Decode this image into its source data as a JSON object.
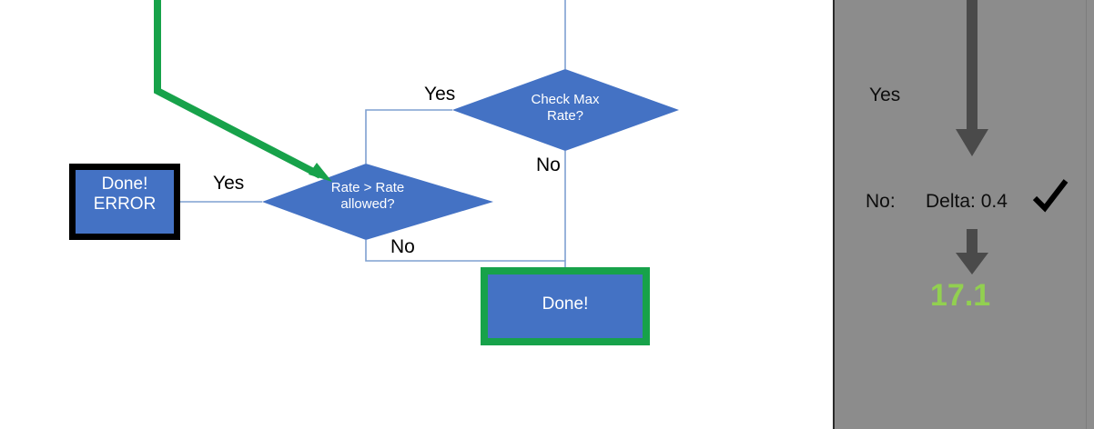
{
  "colors": {
    "node_fill": "#4472C4",
    "node_text": "#ffffff",
    "connector": "#7FA0D0",
    "highlight_green": "#17A24A",
    "error_border": "#000000",
    "panel_background": "#8C8C8C",
    "panel_arrow": "#4A4A4A",
    "value_green": "#92D050",
    "canvas": "#ffffff"
  },
  "flowchart": {
    "nodes": [
      {
        "id": "check-max-rate",
        "shape": "diamond",
        "label": "Check Max\nRate?"
      },
      {
        "id": "rate-gt-rate-allowed",
        "shape": "diamond",
        "label": "Rate > Rate\nallowed?"
      },
      {
        "id": "done-error",
        "shape": "terminator",
        "label": "Done!\nERROR",
        "border": "black-thick"
      },
      {
        "id": "done",
        "shape": "terminator",
        "label": "Done!",
        "border": "green-thick"
      }
    ],
    "edge_labels": {
      "yes_to_rate_check": "Yes",
      "no_from_max_rate": "No",
      "yes_to_error": "Yes",
      "no_to_done": "No"
    },
    "highlight_arrow": {
      "name": "green-highlight-arrow",
      "target": "rate-gt-rate-allowed"
    }
  },
  "panel": {
    "branch_taken_label": "Yes",
    "branch_rejected_label": "No:",
    "delta_text": "Delta: 0.4",
    "check_mark": "✓",
    "result_value": "17.1",
    "arrows": [
      {
        "name": "panel-arrow-long"
      },
      {
        "name": "panel-arrow-short"
      }
    ]
  }
}
